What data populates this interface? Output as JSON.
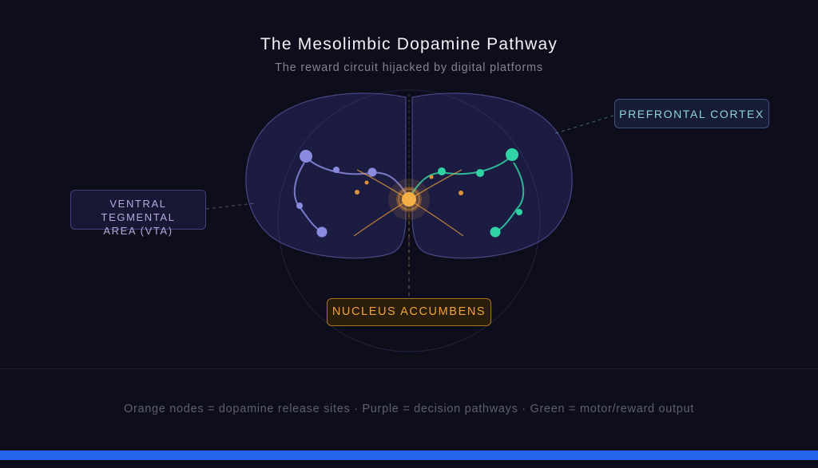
{
  "header": {
    "title": "The Mesolimbic Dopamine Pathway",
    "subtitle": "The reward circuit hijacked by digital platforms"
  },
  "labels": {
    "prefrontal_cortex": "PREFRONTAL CORTEX",
    "vta": {
      "line1": "VENTRAL TEGMENTAL",
      "line2": "AREA (VTA)"
    },
    "nucleus_accumbens": "NUCLEUS ACCUMBENS"
  },
  "legend": {
    "text": "Orange nodes = dopamine release sites · Purple = decision pathways · Green = motor/reward output"
  },
  "colors": {
    "background": "#0d0d1b",
    "orange": "#f0a13a",
    "orange_core": "#f5b045",
    "purple": "#8b8be0",
    "green": "#2fd4a4",
    "teal_label": "#8fd2d9",
    "brain_stroke": "#7a7ad2",
    "bottom_bar": "#2563eb"
  }
}
